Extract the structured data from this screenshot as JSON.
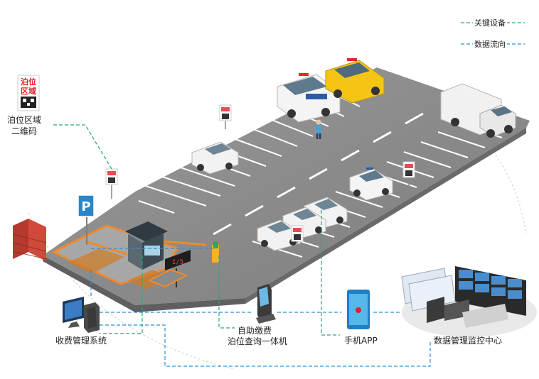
{
  "legend": {
    "key_equipment": "关键设备",
    "data_flow": "数据流向",
    "key_color": "#2aa876",
    "flow_color": "#2e8fd6"
  },
  "labels": {
    "berth_qr": "泊位区域\n二维码",
    "berth_qr_line1": "泊位区域",
    "berth_qr_line2": "二维码",
    "toll_system": "收费管理系统",
    "kiosk_line1": "自助缴费",
    "kiosk_line2": "泊位查询一体机",
    "mobile_app": "手机APP",
    "data_center": "数据管理监控中心"
  },
  "sign_texts": {
    "qr_tag_line1": "泊位",
    "qr_tag_line2": "区域",
    "parking_sign": "P",
    "led_display": "1/5"
  },
  "colors": {
    "road": "#8c8c8c",
    "accent_orange": "#f08a2a",
    "sign_blue": "#2a86c8",
    "brick": "#c0392b"
  }
}
